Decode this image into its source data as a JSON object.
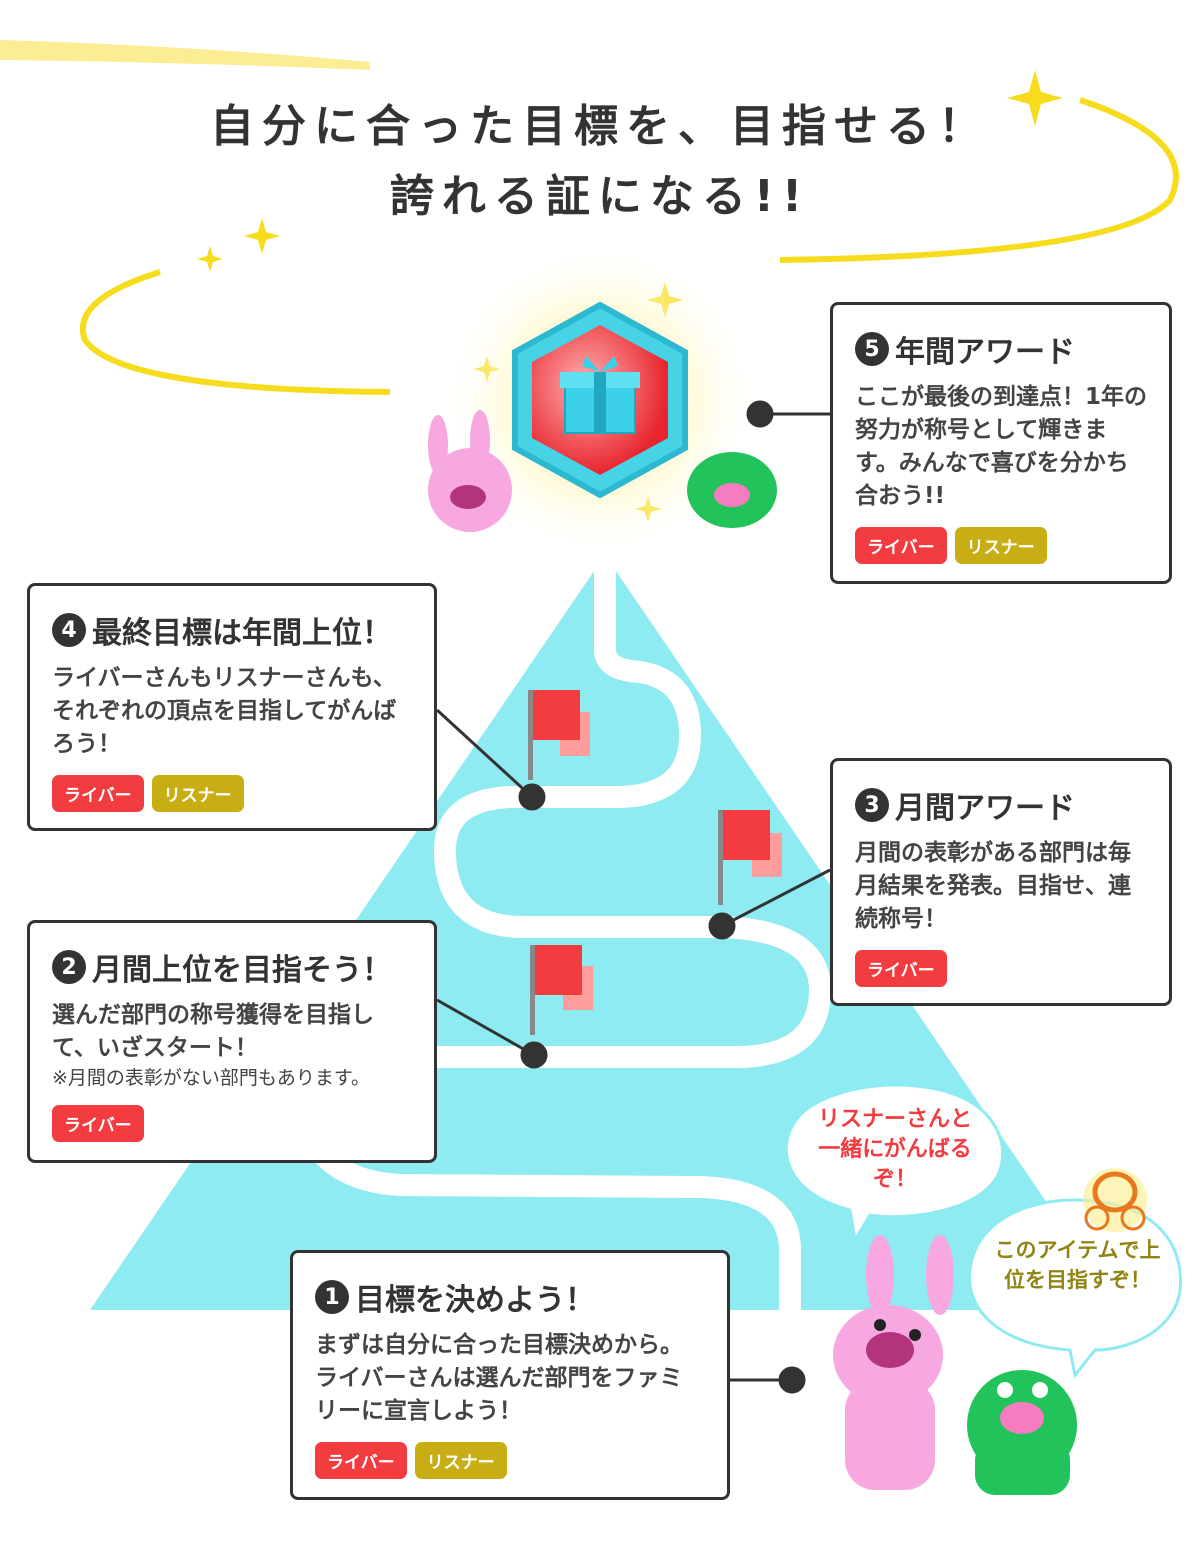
{
  "title": {
    "line1": "自分に合った目標を、目指せる！",
    "line2": "誇れる証になる!!"
  },
  "tags": {
    "liver": "ライバー",
    "listener": "リスナー"
  },
  "colors": {
    "liver": "#f23c3f",
    "listener": "#c8ae14",
    "pyramid": "#8eebf1",
    "accent_yellow": "#f7dc1e"
  },
  "steps": [
    {
      "num": "1",
      "title": "目標を決めよう！",
      "text": "まずは自分に合った目標決めから。ライバーさんは選んだ部門をファミリーに宣言しよう！",
      "note": "",
      "tags": [
        "liver",
        "listener"
      ]
    },
    {
      "num": "2",
      "title": "月間上位を目指そう！",
      "text": "選んだ部門の称号獲得を目指して、いざスタート！",
      "note": "※月間の表彰がない部門もあります。",
      "tags": [
        "liver"
      ]
    },
    {
      "num": "3",
      "title": "月間アワード",
      "text": "月間の表彰がある部門は毎月結果を発表。目指せ、連続称号！",
      "note": "",
      "tags": [
        "liver"
      ]
    },
    {
      "num": "4",
      "title": "最終目標は年間上位！",
      "text": "ライバーさんもリスナーさんも、それぞれの頂点を目指してがんばろう！",
      "note": "",
      "tags": [
        "liver",
        "listener"
      ]
    },
    {
      "num": "5",
      "title": "年間アワード",
      "text": "ここが最後の到達点！1年の努力が称号として輝きます。みんなで喜びを分かち合おう!!",
      "note": "",
      "tags": [
        "liver",
        "listener"
      ]
    }
  ],
  "bubbles": {
    "rabbit": "リスナーさんと一緒にがんばるぞ！",
    "frog": "このアイテムで上位を目指すぞ！"
  }
}
